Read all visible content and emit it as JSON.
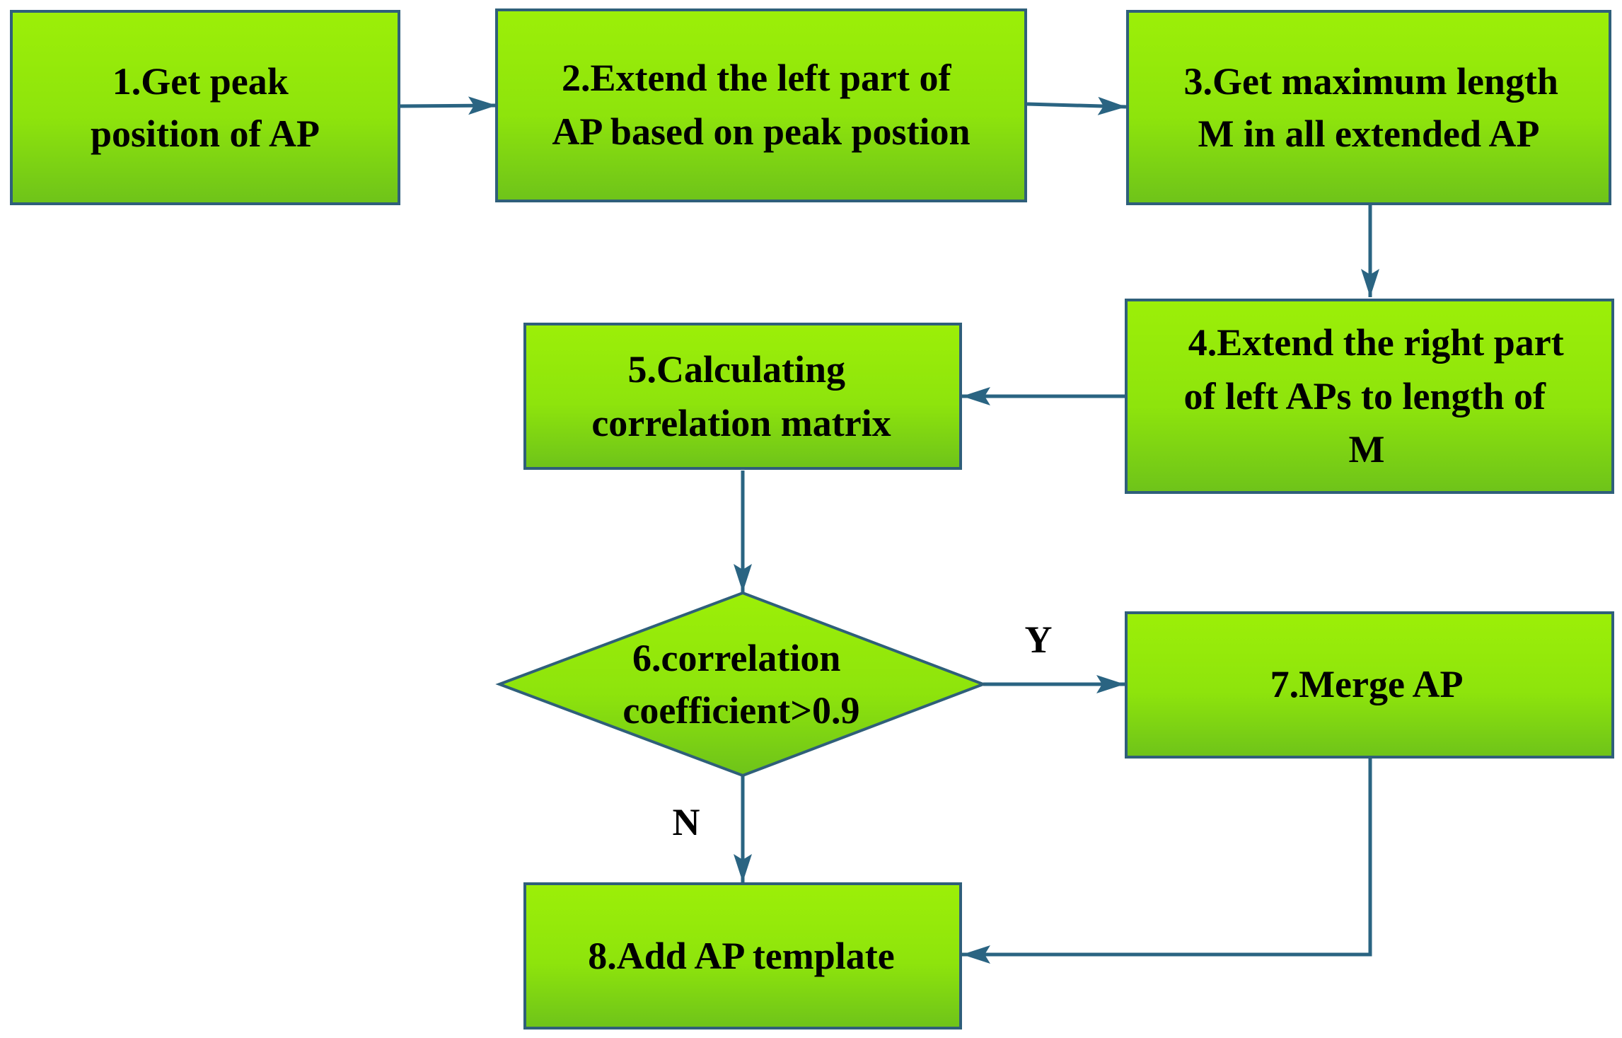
{
  "diagram": {
    "nodes": [
      {
        "id": "step1",
        "shape": "rect",
        "lines": [
          "1.Get peak",
          "position of AP"
        ]
      },
      {
        "id": "step2",
        "shape": "rect",
        "lines": [
          "2.Extend the left part of",
          "AP based on peak postion"
        ]
      },
      {
        "id": "step3",
        "shape": "rect",
        "lines": [
          "3.Get maximum length",
          "M in all extended AP"
        ]
      },
      {
        "id": "step4",
        "shape": "rect",
        "lines": [
          "4.Extend the right part",
          "of left APs  to length of",
          "M"
        ]
      },
      {
        "id": "step5",
        "shape": "rect",
        "lines": [
          "5.Calculating",
          "correlation matrix"
        ]
      },
      {
        "id": "step6",
        "shape": "diamond",
        "lines": [
          "6.correlation",
          "coefficient>0.9"
        ]
      },
      {
        "id": "step7",
        "shape": "rect",
        "lines": [
          "7.Merge AP"
        ]
      },
      {
        "id": "step8",
        "shape": "rect",
        "lines": [
          "8.Add AP template"
        ]
      }
    ],
    "edges": [
      {
        "from": "step1",
        "to": "step2",
        "label": ""
      },
      {
        "from": "step2",
        "to": "step3",
        "label": ""
      },
      {
        "from": "step3",
        "to": "step4",
        "label": ""
      },
      {
        "from": "step4",
        "to": "step5",
        "label": ""
      },
      {
        "from": "step5",
        "to": "step6",
        "label": ""
      },
      {
        "from": "step6",
        "to": "step7",
        "label": "Y"
      },
      {
        "from": "step6",
        "to": "step8",
        "label": "N"
      },
      {
        "from": "step7",
        "to": "step8",
        "label": ""
      }
    ],
    "colors": {
      "fill_light": "#96ec0a",
      "fill_dark": "#6cc41a",
      "border": "#2f5f7a",
      "connector": "#2a6482",
      "text": "#000000"
    }
  }
}
